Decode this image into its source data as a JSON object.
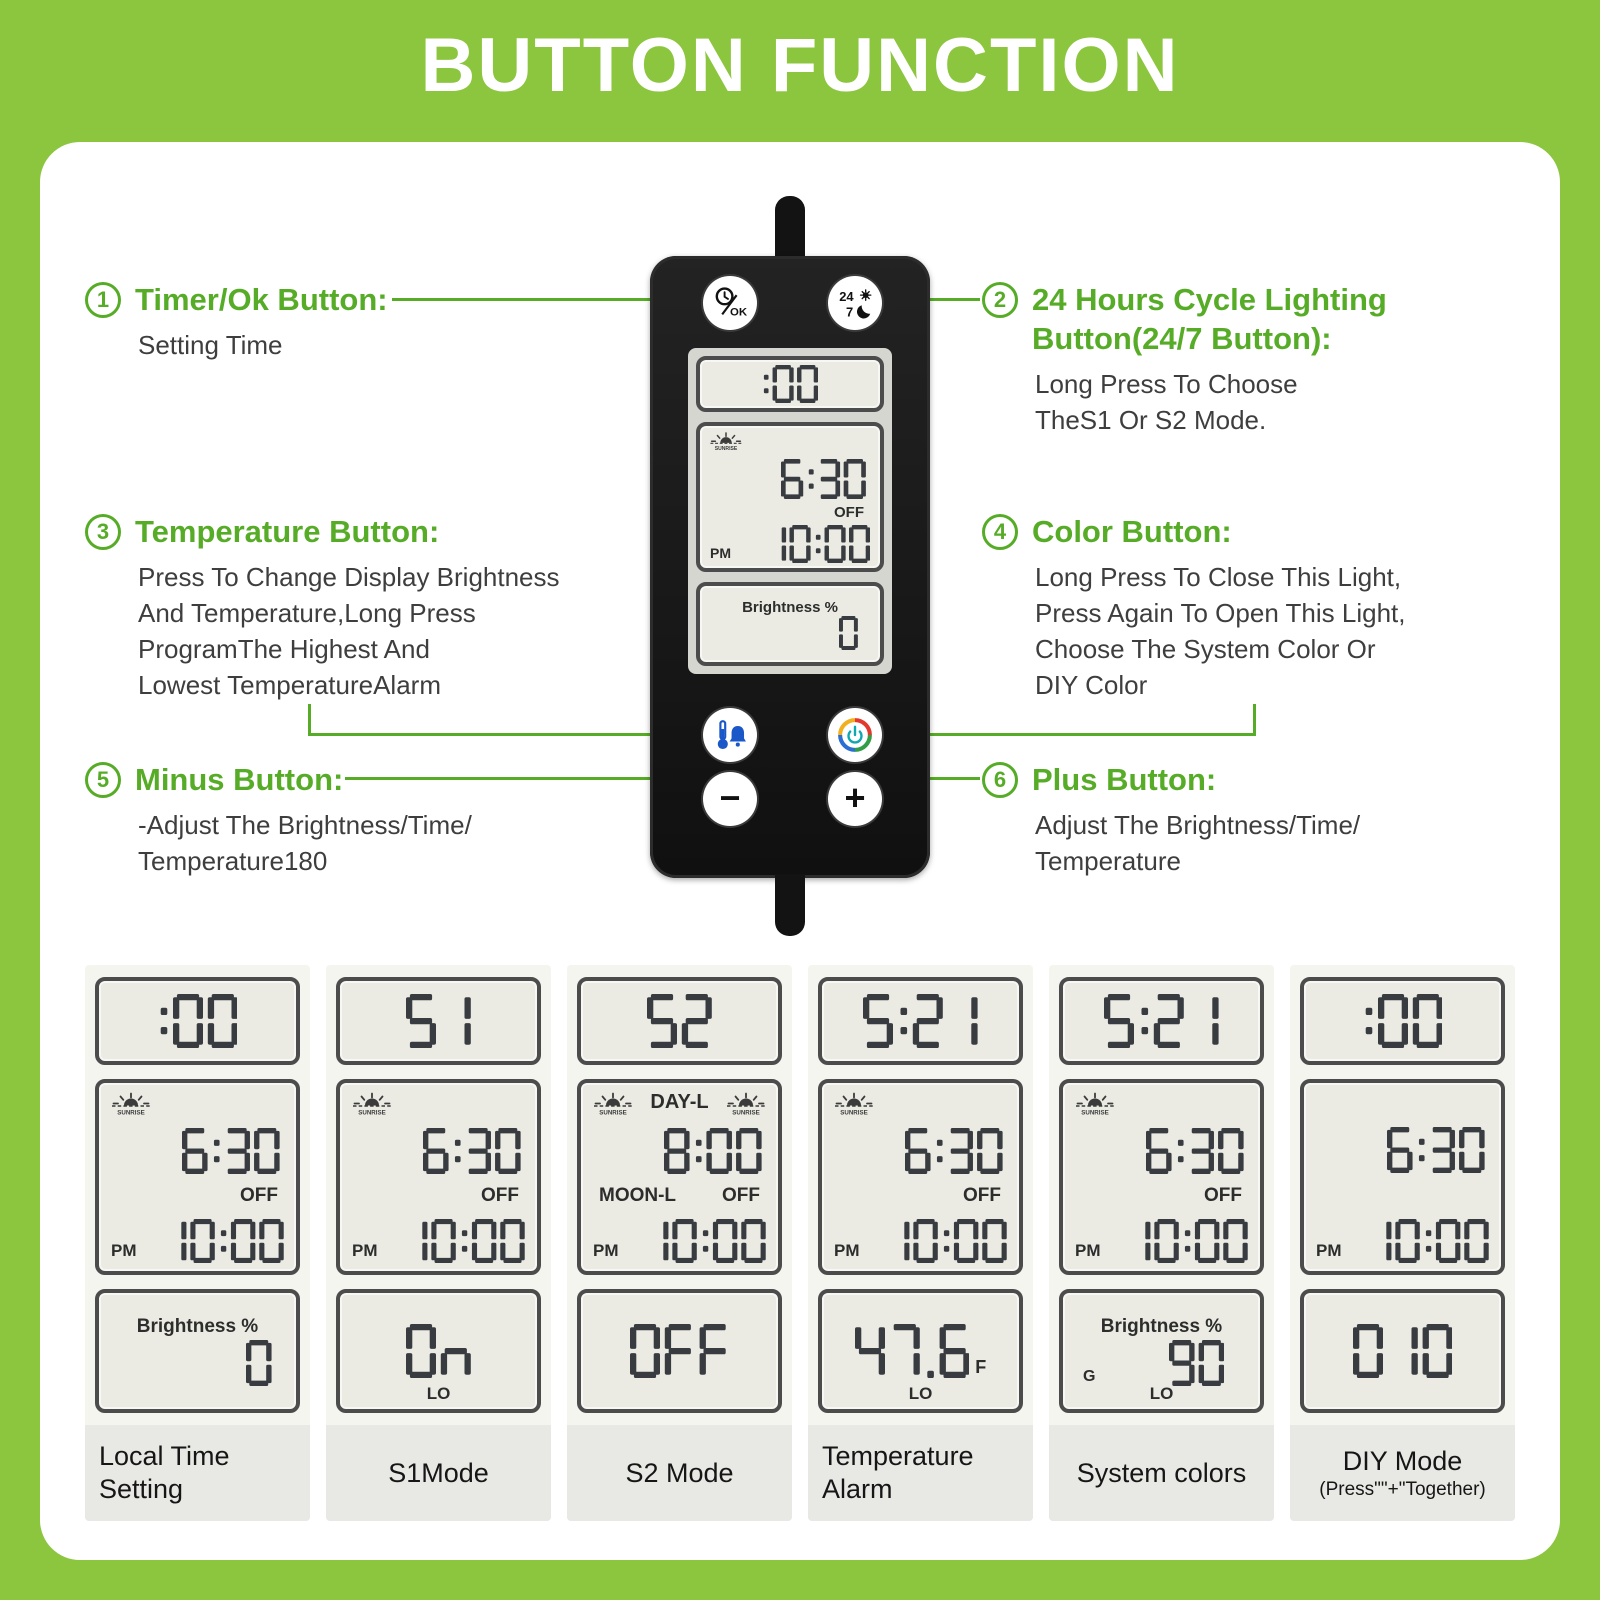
{
  "title": "BUTTON FUNCTION",
  "colors": {
    "green_bg": "#8cc63e",
    "heading_green": "#57ac27",
    "body_text": "#3e3e3e",
    "lcd_digit": "#383c40"
  },
  "annotations": [
    {
      "num": "1",
      "title_lines": [
        "Timer/Ok Button:"
      ],
      "body_lines": [
        "Setting Time"
      ]
    },
    {
      "num": "2",
      "title_lines": [
        "24 Hours Cycle Lighting",
        "Button(24/7 Button):"
      ],
      "body_lines": [
        "Long Press To Choose",
        "TheS1 Or S2 Mode."
      ]
    },
    {
      "num": "3",
      "title_lines": [
        "Temperature Button:"
      ],
      "body_lines": [
        "Press To Change Display Brightness",
        "And Temperature,Long Press",
        "ProgramThe Highest And",
        "Lowest TemperatureAlarm"
      ]
    },
    {
      "num": "4",
      "title_lines": [
        "Color Button:"
      ],
      "body_lines": [
        "Long Press To Close This Light,",
        "Press Again To Open This Light,",
        "Choose The System Color Or",
        "DIY Color"
      ]
    },
    {
      "num": "5",
      "title_lines": [
        "Minus Button:"
      ],
      "body_lines": [
        "-Adjust The Brightness/Time/",
        "Temperature180"
      ]
    },
    {
      "num": "6",
      "title_lines": [
        "Plus Button:"
      ],
      "body_lines": [
        "Adjust The Brightness/Time/",
        "Temperature"
      ]
    }
  ],
  "lcd_common": {
    "sunrise_label": "SUNRISE"
  },
  "device": {
    "buttons": {
      "timer_ok_label": "OK",
      "cycle_top": "24",
      "cycle_bottom": "7",
      "minus_label": "−",
      "plus_label": "+"
    },
    "lcd": {
      "time": ":00",
      "on_time": "6:30",
      "off_label": "OFF",
      "pm_label": "PM",
      "off_time": "10:00",
      "brightness_label": "Brightness %",
      "brightness_value": "0"
    }
  },
  "panels": [
    {
      "label_lines": [
        "Local Time",
        "Setting"
      ],
      "label_align": "left",
      "top": ":00",
      "mid": {
        "sunrise_left": true,
        "sunrise_right": false,
        "header_label": "",
        "big1": "6:30",
        "row_label": "",
        "off_label": "OFF",
        "pm": "PM",
        "big2": "10:00"
      },
      "bottom": {
        "label": "Brightness %",
        "value": "0",
        "left_small": "",
        "suffix": "",
        "under": ""
      }
    },
    {
      "label_lines": [
        "S1Mode"
      ],
      "label_align": "center",
      "top": "S1",
      "mid": {
        "sunrise_left": true,
        "sunrise_right": false,
        "header_label": "",
        "big1": "6:30",
        "row_label": "",
        "off_label": "OFF",
        "pm": "PM",
        "big2": "10:00"
      },
      "bottom": {
        "label": "",
        "value": "ON",
        "left_small": "",
        "suffix": "",
        "under": "LO"
      }
    },
    {
      "label_lines": [
        "S2 Mode"
      ],
      "label_align": "center",
      "top": "S2",
      "mid": {
        "sunrise_left": true,
        "sunrise_right": true,
        "header_label": "DAY-L",
        "big1": "8:00",
        "row_label": "MOON-L",
        "off_label": "OFF",
        "pm": "PM",
        "big2": "10:00"
      },
      "bottom": {
        "label": "",
        "value": "OFF",
        "left_small": "",
        "suffix": "",
        "under": ""
      }
    },
    {
      "label_lines": [
        "Temperature",
        "Alarm"
      ],
      "label_align": "left",
      "top": "5:21",
      "mid": {
        "sunrise_left": true,
        "sunrise_right": false,
        "header_label": "",
        "big1": "6:30",
        "row_label": "",
        "off_label": "OFF",
        "pm": "PM",
        "big2": "10:00"
      },
      "bottom": {
        "label": "",
        "value": "47.6",
        "left_small": "",
        "suffix": "F",
        "under": "LO"
      }
    },
    {
      "label_lines": [
        "System colors"
      ],
      "label_align": "center",
      "top": "5:21",
      "mid": {
        "sunrise_left": true,
        "sunrise_right": false,
        "header_label": "",
        "big1": "6:30",
        "row_label": "",
        "off_label": "OFF",
        "pm": "PM",
        "big2": "10:00"
      },
      "bottom": {
        "label": "Brightness %",
        "value": "90",
        "left_small": "G",
        "suffix": "",
        "under": "LO"
      }
    },
    {
      "label_lines": [
        "DIY Mode",
        "(Press\"\"+\"Together)"
      ],
      "label_align": "center",
      "top": ":00",
      "mid": {
        "sunrise_left": false,
        "sunrise_right": false,
        "header_label": "",
        "big1": "6:30",
        "row_label": "",
        "off_label": "",
        "pm": "PM",
        "big2": "10:00"
      },
      "bottom": {
        "label": "",
        "value": "010",
        "left_small": "",
        "suffix": "",
        "under": ""
      }
    }
  ]
}
